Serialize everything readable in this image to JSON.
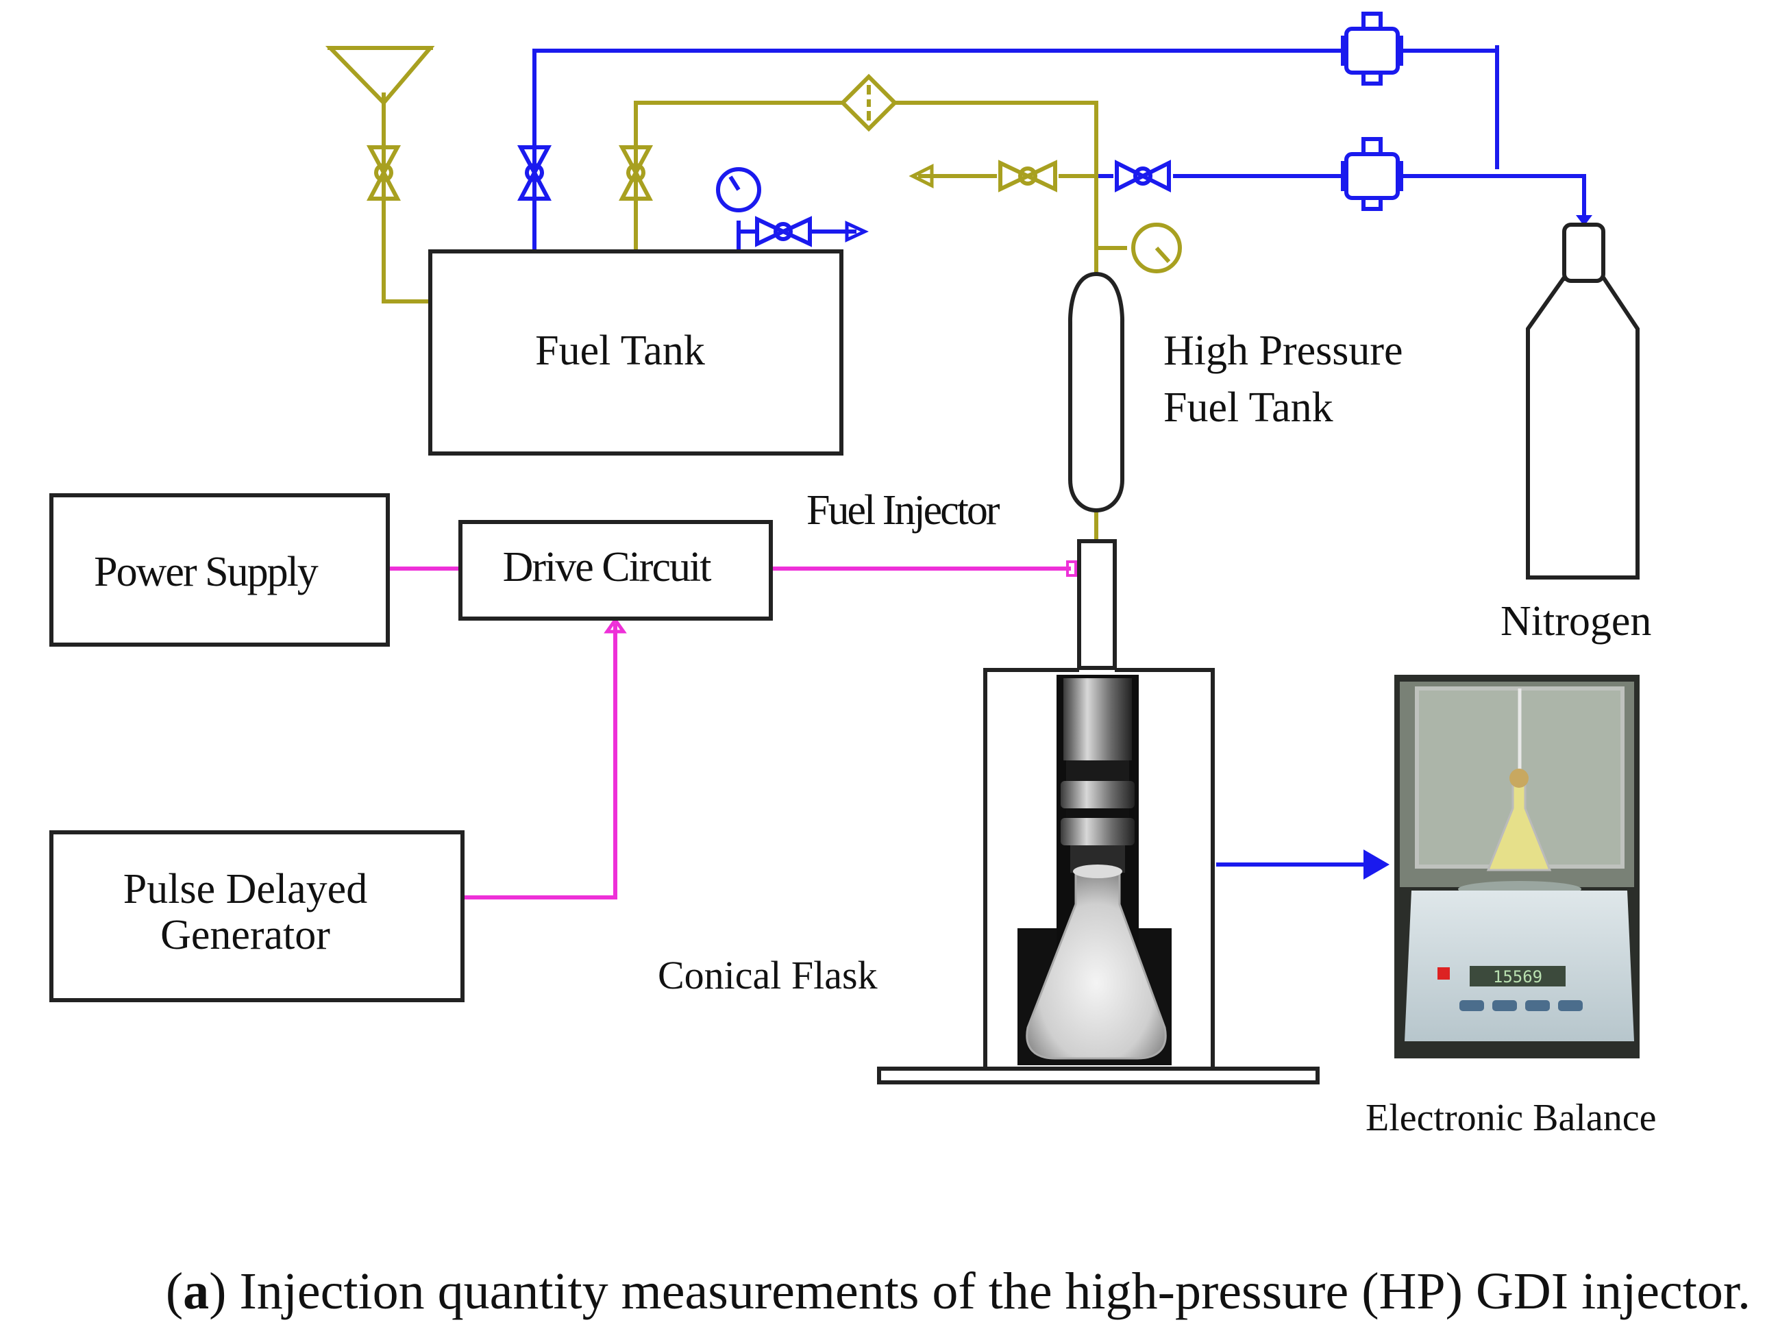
{
  "labels": {
    "fuel_tank": "Fuel Tank",
    "hp_tank_line1": "High Pressure",
    "hp_tank_line2": "Fuel Tank",
    "fuel_injector": "Fuel Injector",
    "power_supply": "Power Supply",
    "drive_circuit": "Drive Circuit",
    "pulse_line1": "Pulse Delayed",
    "pulse_line2": "Generator",
    "conical_flask": "Conical Flask",
    "nitrogen": "Nitrogen",
    "electronic_balance": "Electronic Balance",
    "balance_display": "15569"
  },
  "caption": {
    "tag": "a",
    "text": "Injection quantity measurements of the high-pressure (HP) GDI injector."
  },
  "colors": {
    "nitrogen_line": "#1a1aee",
    "fuel_line": "#a8a020",
    "signal_line": "#ee30d8",
    "outline": "#222222"
  }
}
